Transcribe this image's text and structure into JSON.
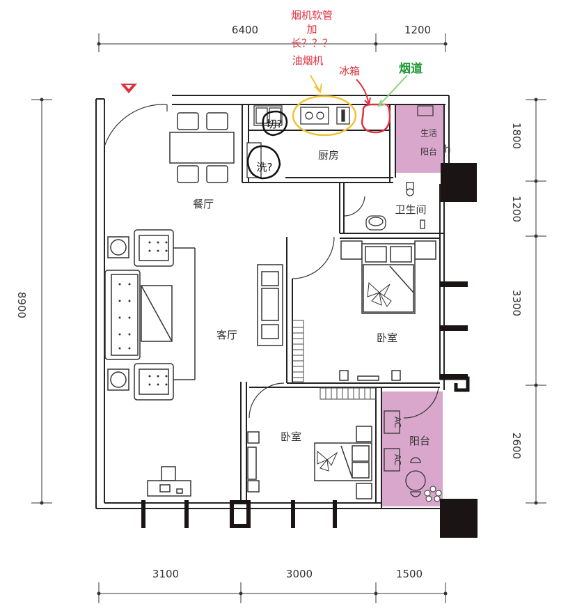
{
  "dimensions": {
    "top": [
      "6400",
      "1200"
    ],
    "bottom": [
      "3100",
      "3000",
      "1500"
    ],
    "left": [
      "8900"
    ],
    "right": [
      "1800",
      "1200",
      "3300",
      "2600"
    ]
  },
  "rooms": {
    "dining": "餐厅",
    "kitchen": "厨房",
    "living": "客厅",
    "bathroom": "卫生间",
    "bedroom_1": "卧室",
    "bedroom_2": "卧室",
    "balcony": "阳台",
    "service_balcony_line1": "生活",
    "service_balcony_line2": "阳台",
    "service_balcony_mark": "h"
  },
  "fixtures": {
    "ac_unit_1": "AC",
    "ac_unit_2": "AC"
  },
  "annotations": {
    "hose_line1": "烟机软管",
    "hose_line2": "加",
    "hose_line3": "长？？？",
    "range_hood": "油烟机",
    "fridge": "冰箱",
    "flue": "烟道",
    "cut": "切?",
    "wash": "洗?"
  },
  "colors": {
    "wall": "#222222",
    "balcony_fill": "#d9a6cc",
    "yellow_mark": "#f2c233",
    "red_mark": "#e0303f",
    "green_mark": "#1e9a35",
    "window_block": "#1a1414"
  }
}
